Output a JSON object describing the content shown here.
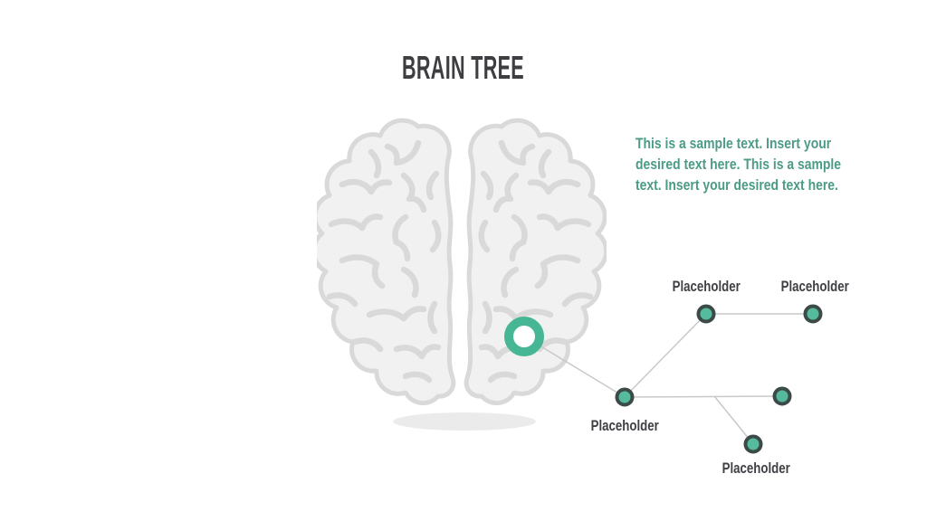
{
  "slide": {
    "title": "BRAIN TREE",
    "description": {
      "lines": [
        "This is a sample text. Insert your",
        "desired text here. This is a sample",
        "text. Insert your desired text here."
      ]
    },
    "tree": {
      "labels": {
        "hub": "Placeholder",
        "top_left": "Placeholder",
        "top_right": "Placeholder",
        "bottom": "Placeholder"
      }
    },
    "icons": {
      "brain": "brain-top-view-illustration",
      "marker": "teal-ring-marker",
      "node": "teal-dot-node"
    },
    "colors": {
      "accent_teal": "#46B694",
      "node_fill": "#55BB9C",
      "node_border": "#3C4A48",
      "description_text": "#4B9B86",
      "heading_text": "#3E3E42",
      "label_text": "#3F4045",
      "connector_line": "#C9C9C9",
      "brain_outline": "#D9D9D9",
      "brain_fill": "#F1F1F1",
      "shadow": "#EBEBEB"
    }
  }
}
